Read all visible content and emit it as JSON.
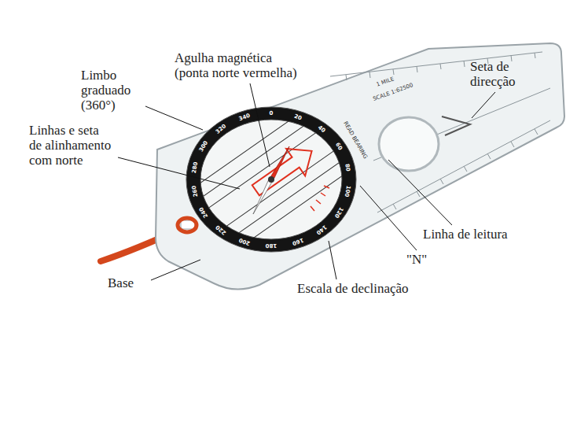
{
  "diagram": {
    "labels": [
      "Agulha magnética (ponta norte vermelha)",
      "Limbo graduado (360°)",
      "Linhas e seta de alinhamento com norte",
      "Seta de direcção",
      "Linha de leitura",
      "\"N\"",
      "Escala de declinação",
      "Base",
      "1 MILE",
      "SCALE 1:62500",
      "READ BEARING",
      "0",
      "20",
      "40",
      "60",
      "80",
      "100",
      "120",
      "140",
      "160",
      "180",
      "200",
      "220",
      "240",
      "260",
      "280",
      "300",
      "320",
      "340"
    ]
  }
}
